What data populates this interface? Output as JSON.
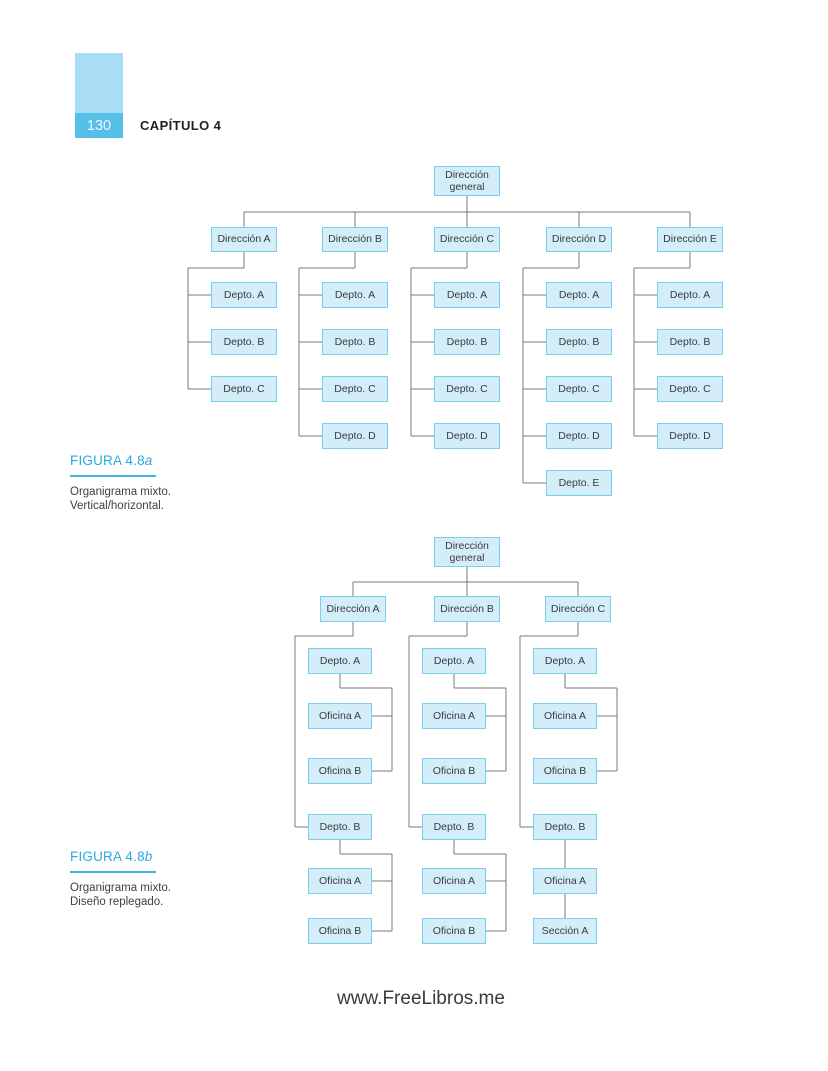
{
  "page": {
    "number": "130",
    "chapter": "CAPÍTULO 4",
    "watermark": "www.FreeLibros.me"
  },
  "colors": {
    "corner_rect": "#a9dcf5",
    "page_badge_bg": "#55bfe9",
    "page_badge_text": "#eef8fd",
    "chapter_text": "#231f20",
    "box_fill": "#d3edf9",
    "box_border": "#79cfee",
    "box_text": "#3b3b3d",
    "connector": "#77787b",
    "figure_label": "#2aa9e0",
    "figure_rule": "#3fb8e8",
    "caption_text": "#414042",
    "watermark_text": "#3b3b3b"
  },
  "figure_a": {
    "label": "FIGURA 4.8",
    "label_suffix": "a",
    "caption_line1": "Organigrama mixto.",
    "caption_line2": "Vertical/horizontal."
  },
  "figure_b": {
    "label": "FIGURA 4.8",
    "label_suffix": "b",
    "caption_line1": "Organigrama mixto.",
    "caption_line2": "Diseño replegado."
  },
  "chart_a": {
    "root": "Dirección general",
    "branches": [
      {
        "label": "Dirección A",
        "departments": [
          "Depto. A",
          "Depto. B",
          "Depto. C"
        ]
      },
      {
        "label": "Dirección B",
        "departments": [
          "Depto. A",
          "Depto. B",
          "Depto. C",
          "Depto. D"
        ]
      },
      {
        "label": "Dirección C",
        "departments": [
          "Depto. A",
          "Depto. B",
          "Depto. C",
          "Depto. D"
        ]
      },
      {
        "label": "Dirección D",
        "departments": [
          "Depto. A",
          "Depto. B",
          "Depto. C",
          "Depto. D",
          "Depto. E"
        ]
      },
      {
        "label": "Dirección E",
        "departments": [
          "Depto. A",
          "Depto. B",
          "Depto. C",
          "Depto. D"
        ]
      }
    ]
  },
  "chart_b": {
    "root": "Dirección general",
    "branches": [
      {
        "label": "Dirección A",
        "groups": [
          {
            "label": "Depto. A",
            "link": "lateral",
            "children": [
              "Oficina A",
              "Oficina B"
            ]
          },
          {
            "label": "Depto. B",
            "link": "lateral",
            "children": [
              "Oficina A",
              "Oficina B"
            ]
          }
        ]
      },
      {
        "label": "Dirección B",
        "groups": [
          {
            "label": "Depto. A",
            "link": "lateral",
            "children": [
              "Oficina A",
              "Oficina B"
            ]
          },
          {
            "label": "Depto. B",
            "link": "lateral",
            "children": [
              "Oficina A",
              "Oficina B"
            ]
          }
        ]
      },
      {
        "label": "Dirección C",
        "groups": [
          {
            "label": "Depto. A",
            "link": "lateral",
            "children": [
              "Oficina A",
              "Oficina B"
            ]
          },
          {
            "label": "Depto. B",
            "link": "vertical",
            "children": [
              "Oficina A",
              "Sección A"
            ]
          }
        ]
      }
    ]
  }
}
